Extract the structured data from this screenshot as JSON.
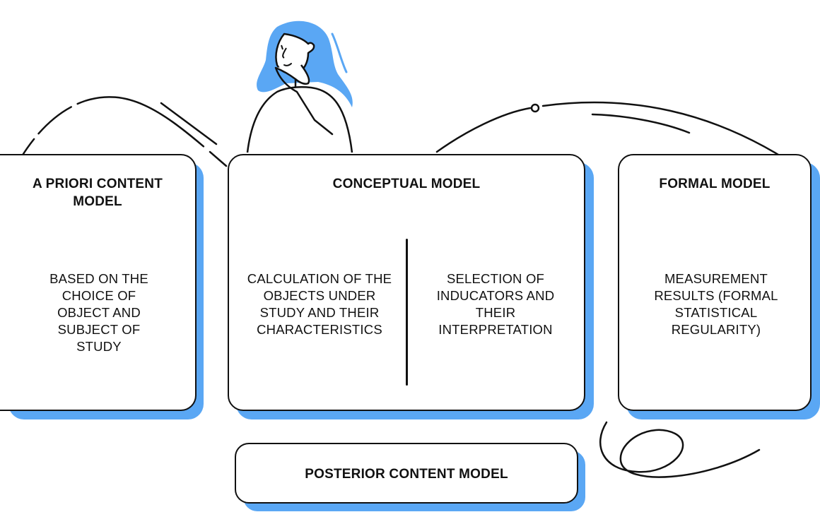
{
  "blocks": {
    "a_priori": {
      "title": "A PRIORI CONTENT MODEL",
      "text": "BASED ON THE CHOICE OF OBJECT AND SUBJECT OF STUDY"
    },
    "conceptual": {
      "title": "CONCEPTUAL MODEL",
      "left_text": "CALCULATION OF THE OBJECTS UNDER STUDY AND THEIR CHARACTERISTICS",
      "right_text": "SELECTION OF INDUCATORS AND THEIR INTERPRETATION"
    },
    "formal": {
      "title": "FORMAL MODEL",
      "text": "MEASUREMENT RESULTS (FORMAL STATISTICAL REGULARITY)"
    },
    "posterior": {
      "title": "POSTERIOR CONTENT MODEL"
    }
  },
  "colors": {
    "accent": "#5aa7f4",
    "stroke": "#111111",
    "background": "#ffffff"
  },
  "icons": {
    "figure": "thinking-woman-illustration"
  }
}
